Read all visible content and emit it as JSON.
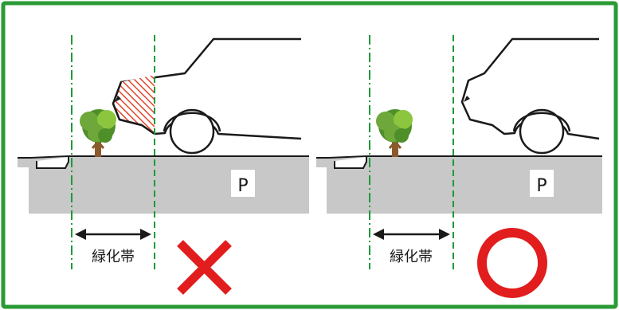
{
  "colors": {
    "frame": "#2a9a36",
    "ground": "#c8c8c8",
    "line": "#1a1a1a",
    "guide": "#1e9a3a",
    "wrong": "#e21d1d",
    "right": "#e21d1d",
    "hatch": "#e2432a",
    "tree_dark": "#4f8f2a",
    "tree_light": "#8cc63f",
    "trunk": "#8a5a2b"
  },
  "left_panel": {
    "parking_label": "P",
    "strip_label": "緑化帯",
    "verdict": "×",
    "verdict_icon": "cross-mark-icon"
  },
  "right_panel": {
    "parking_label": "P",
    "strip_label": "緑化帯",
    "verdict": "○",
    "verdict_icon": "circle-mark-icon"
  }
}
